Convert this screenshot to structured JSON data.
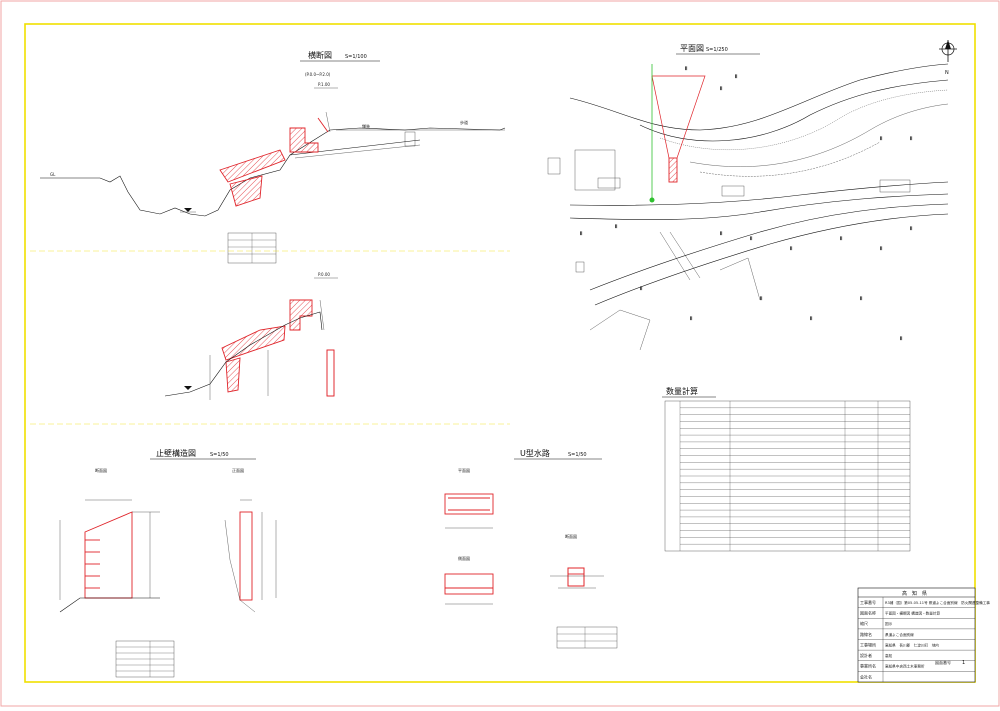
{
  "cross_section": {
    "title": "横断図",
    "scale": "S=1/100",
    "station1_range": "(P.0.0~P.2.0)",
    "station1": "P.1.00",
    "station2": "P.0.00"
  },
  "retaining_wall": {
    "title": "止壁構造図",
    "scale": "S=1/50",
    "front_view": "断面図",
    "side_view": "正面図"
  },
  "u_channel": {
    "title": "U型水路",
    "scale": "S=1/50",
    "plan_view": "平面図",
    "side_view": "側面図",
    "section_view": "断面図"
  },
  "plan": {
    "title": "平面図",
    "scale": "S=1/250",
    "north": "N"
  },
  "quantity": {
    "title": "数量計算"
  },
  "title_block": {
    "owner": "高　知　県",
    "rows": [
      {
        "label": "工事番号",
        "value": "R3補（国）第05-05-11号 県道よこ合面別線　防火関連整備工事"
      },
      {
        "label": "図面名称",
        "value": "平面図・横断図 構造図・数量計算"
      },
      {
        "label": "縮尺",
        "value": "図示"
      },
      {
        "label": "路線名",
        "value": "県道よこ合面別線"
      },
      {
        "label": "工事場所",
        "value": "高知県　吾川郡　仁淀川町　地内"
      },
      {
        "label": "設計者",
        "value": "高知"
      },
      {
        "label": "事業所名",
        "value": "高知県中央西土木事務所"
      },
      {
        "label": "会社名",
        "value": ""
      }
    ],
    "sheet_label": "図面番号",
    "sheet_no": "1"
  },
  "colors": {
    "accent_red": "#e0242a",
    "frame_yellow": "#f0e000",
    "leader_green": "#2fc02f"
  }
}
